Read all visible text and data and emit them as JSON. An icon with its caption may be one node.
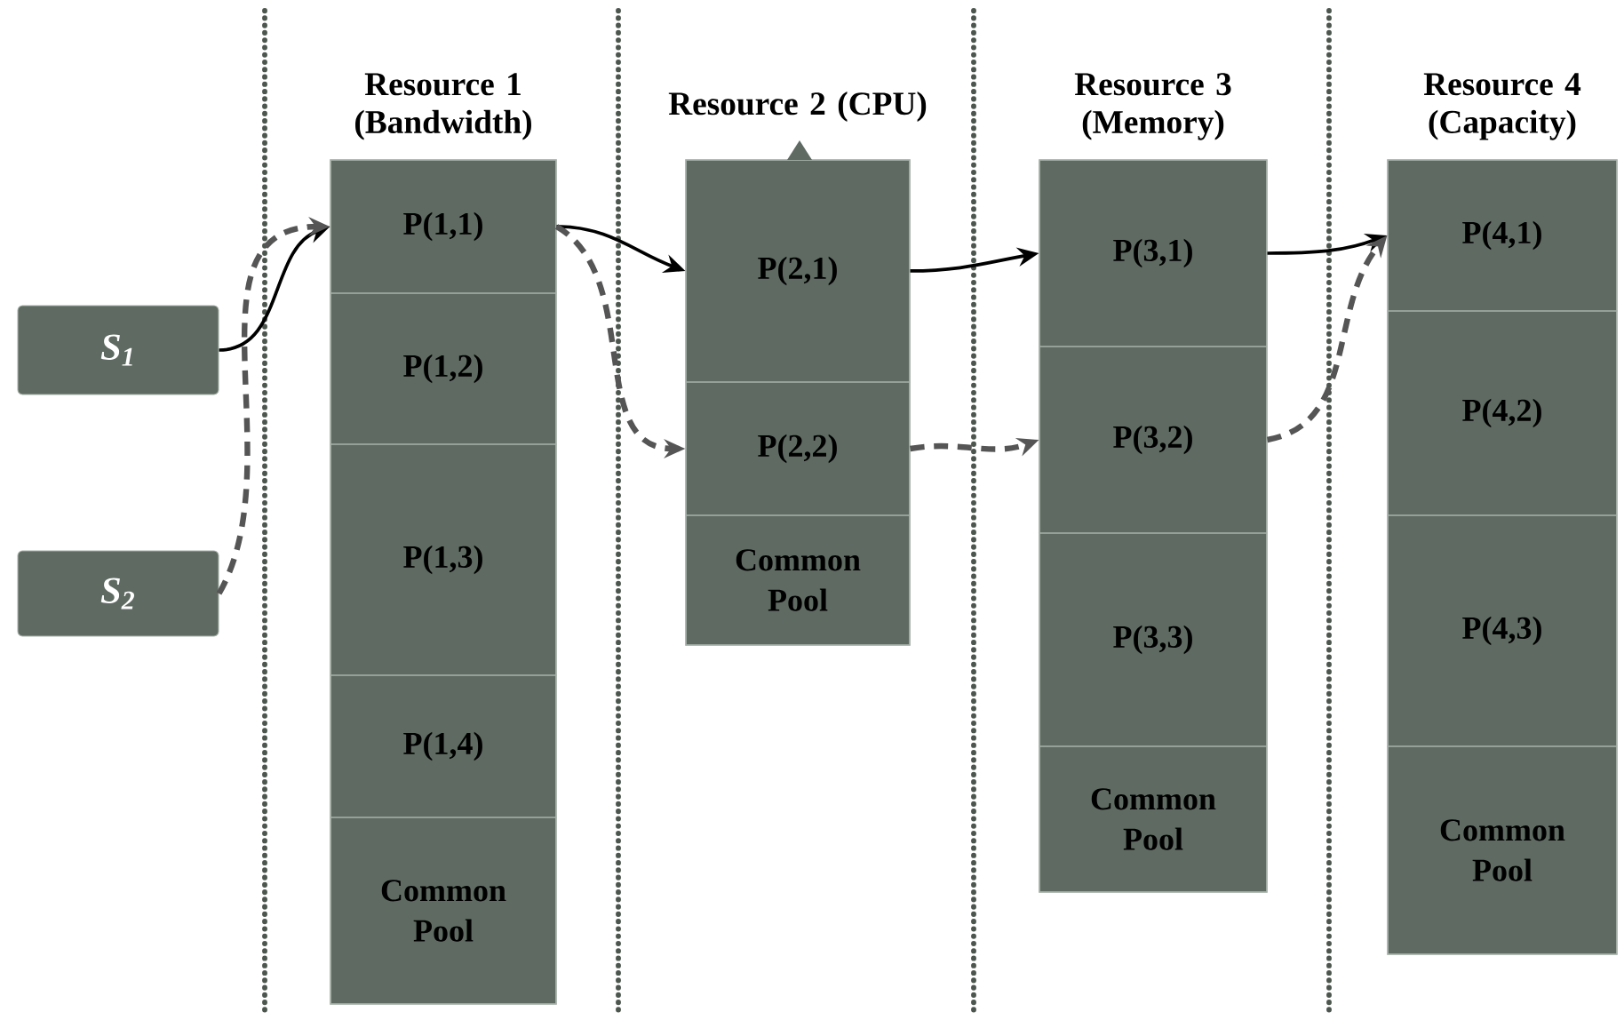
{
  "diagram": {
    "nodes": [
      {
        "text": [
          "S$_{1}$"
        ]
      },
      {
        "text": [
          "S$_{2}$"
        ]
      },
      {
        "text": [
          "Resource 1 (Bandwidth)"
        ]
      },
      {
        "text": [
          "P(1,1)"
        ],
        "in": 2
      },
      {
        "text": [
          "P(1,2)"
        ],
        "in": 2
      },
      {
        "text": [
          "P(1,3)"
        ],
        "in": 2
      },
      {
        "text": [
          "P(1,4)"
        ],
        "in": 2
      },
      {
        "text": [
          "Common Pool"
        ],
        "in": 2
      },
      {
        "text": [
          "Resource 2 (CPU)"
        ]
      },
      {
        "text": [
          "P(2,1)"
        ],
        "in": 8
      },
      {
        "text": [
          "P(2,2)"
        ],
        "in": 8
      },
      {
        "text": [
          "Common Pool"
        ],
        "in": 8
      },
      {
        "text": [
          "Resource 3 (Memory)"
        ]
      },
      {
        "text": [
          "P(3,1)"
        ],
        "in": 12
      },
      {
        "text": [
          "P(3,2)"
        ],
        "in": 12
      },
      {
        "text": [
          "P(3,3)"
        ],
        "in": 12
      },
      {
        "text": [
          "Common Pool"
        ],
        "in": 12
      },
      {
        "text": [
          "Resource 4 (Capacity)"
        ]
      },
      {
        "text": [
          "P(4,1)"
        ],
        "in": 17
      },
      {
        "text": [
          "P(4,2)"
        ],
        "in": 17
      },
      {
        "text": [
          "P(4,3)"
        ],
        "in": 17
      },
      {
        "text": [
          "Common Pool"
        ],
        "in": 17
      }
    ],
    "edges": [
      {
        "from": 0,
        "to": 3,
        "arrow": "to"
      },
      {
        "from": 1,
        "to": 3,
        "arrow": "to",
        "style": "dashed",
        "color": "#555555"
      },
      {
        "from": 3,
        "to": 9,
        "arrow": "to"
      },
      {
        "from": 3,
        "to": 10,
        "arrow": "to",
        "style": "dashed",
        "color": "#555555"
      },
      {
        "from": 9,
        "to": 13,
        "arrow": "to"
      },
      {
        "from": 10,
        "to": 14,
        "arrow": "to",
        "style": "dashed",
        "color": "#555555"
      },
      {
        "from": 13,
        "to": 18,
        "arrow": "to"
      },
      {
        "from": 14,
        "to": 18,
        "arrow": "to",
        "style": "dashed",
        "color": "#555555"
      }
    ]
  }
}
